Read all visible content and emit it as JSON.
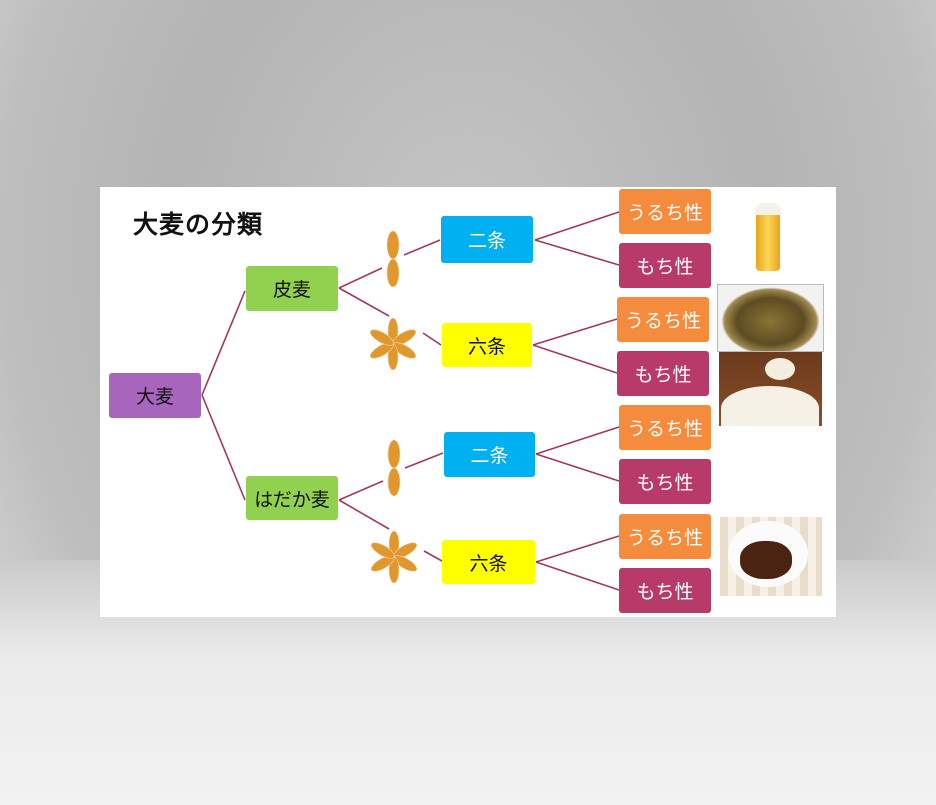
{
  "title": "大麦の分類",
  "root": "大麦",
  "level1": [
    "皮麦",
    "はだか麦"
  ],
  "level2": [
    "二条",
    "六条",
    "二条",
    "六条"
  ],
  "level3": [
    "うるち性",
    "もち性",
    "うるち性",
    "もち性",
    "うるち性",
    "もち性",
    "うるち性",
    "もち性"
  ],
  "colors": {
    "root": "#a865bd",
    "level1": "#92d050",
    "nijo": "#00b0f0",
    "rokujo": "#ffff00",
    "uruchi": "#f58b3d",
    "mochi": "#b83a68",
    "line": "#a3365e",
    "flower": "#e0982e"
  }
}
